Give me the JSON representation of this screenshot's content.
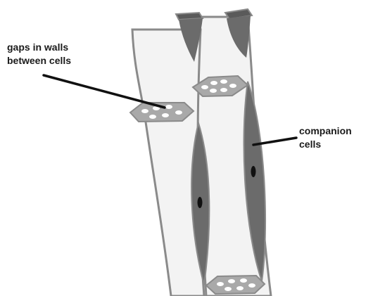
{
  "labels": {
    "gaps_line1": "gaps in walls",
    "gaps_line2": "between cells",
    "companion_line1": "companion",
    "companion_line2": "cells"
  },
  "colors": {
    "tube_fill": "#f3f3f3",
    "tube_outline": "#8a8a8a",
    "companion_cell": "#6b6b6b",
    "nucleus": "#111111",
    "pointer_line": "#111111",
    "sieve_plate": "#a9a9a9",
    "sieve_pore": "#ffffff"
  },
  "icons": {
    "sieve_plate": "sieve-plate-icon",
    "companion_cell": "companion-cell-icon",
    "nucleus": "nucleus-icon"
  }
}
